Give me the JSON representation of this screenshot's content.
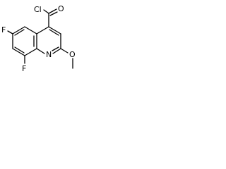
{
  "molecule": {
    "atoms": {
      "cl": "Cl",
      "o_carbonyl": "O",
      "f_top": "F",
      "f_bottom": "F",
      "n_ring": "N",
      "o_ether": "O"
    }
  }
}
